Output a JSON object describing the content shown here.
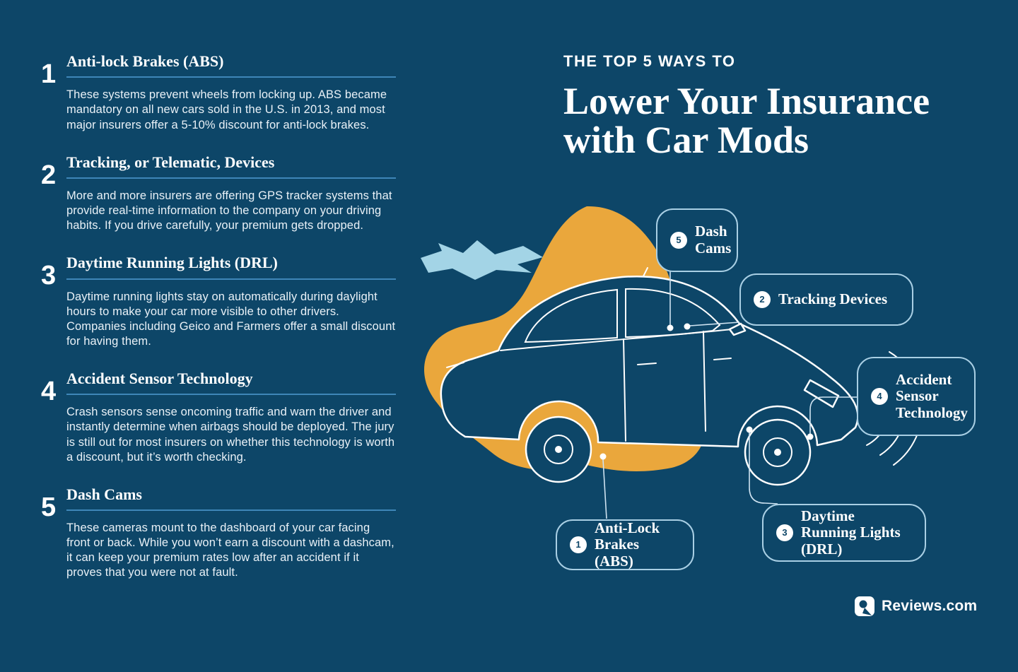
{
  "theme": {
    "bg": "#0d4668",
    "orange": "#eaa73c",
    "splash": "#a3d4e6",
    "rule": "#3e86b8",
    "line": "#cfe3f1",
    "text": "#ffffff"
  },
  "header": {
    "kicker": "THE TOP 5 WAYS TO",
    "title_line1": "Lower Your Insurance",
    "title_line2": "with Car Mods"
  },
  "tips": [
    {
      "number": "1",
      "heading": "Anti-lock Brakes (ABS)",
      "body": "These systems prevent wheels from locking up. ABS became mandatory on all new cars sold in the U.S. in 2013, and most major insurers offer a 5-10% discount for anti-lock brakes."
    },
    {
      "number": "2",
      "heading": "Tracking, or Telematic, Devices",
      "body": "More and more insurers are offering GPS tracker systems that provide real-time information to the company on your driving habits. If you drive carefully, your premium gets dropped."
    },
    {
      "number": "3",
      "heading": "Daytime Running Lights (DRL)",
      "body": "Daytime running lights stay on automatically during daylight hours to make your car more visible to other drivers. Companies including Geico and Farmers offer a small discount for having them."
    },
    {
      "number": "4",
      "heading": "Accident Sensor Technology",
      "body": "Crash sensors sense oncoming traffic and warn the driver and instantly determine when airbags should be deployed. The jury is still out for most insurers on whether this technology is worth a discount, but it’s worth checking."
    },
    {
      "number": "5",
      "heading": "Dash Cams",
      "body": "These cameras mount to the dashboard of your car facing front or back. While you won’t earn a discount with a dashcam, it can keep your premium rates low after an accident if it proves that you were not at fault."
    }
  ],
  "callouts": [
    {
      "number": "5",
      "label": "Dash Cams"
    },
    {
      "number": "2",
      "label": "Tracking Devices"
    },
    {
      "number": "4",
      "label": "Accident Sensor Technology"
    },
    {
      "number": "1",
      "label": "Anti-Lock Brakes (ABS)"
    },
    {
      "number": "3",
      "label": "Daytime Running Lights (DRL)"
    }
  ],
  "footer": {
    "brand": "Reviews.com"
  }
}
